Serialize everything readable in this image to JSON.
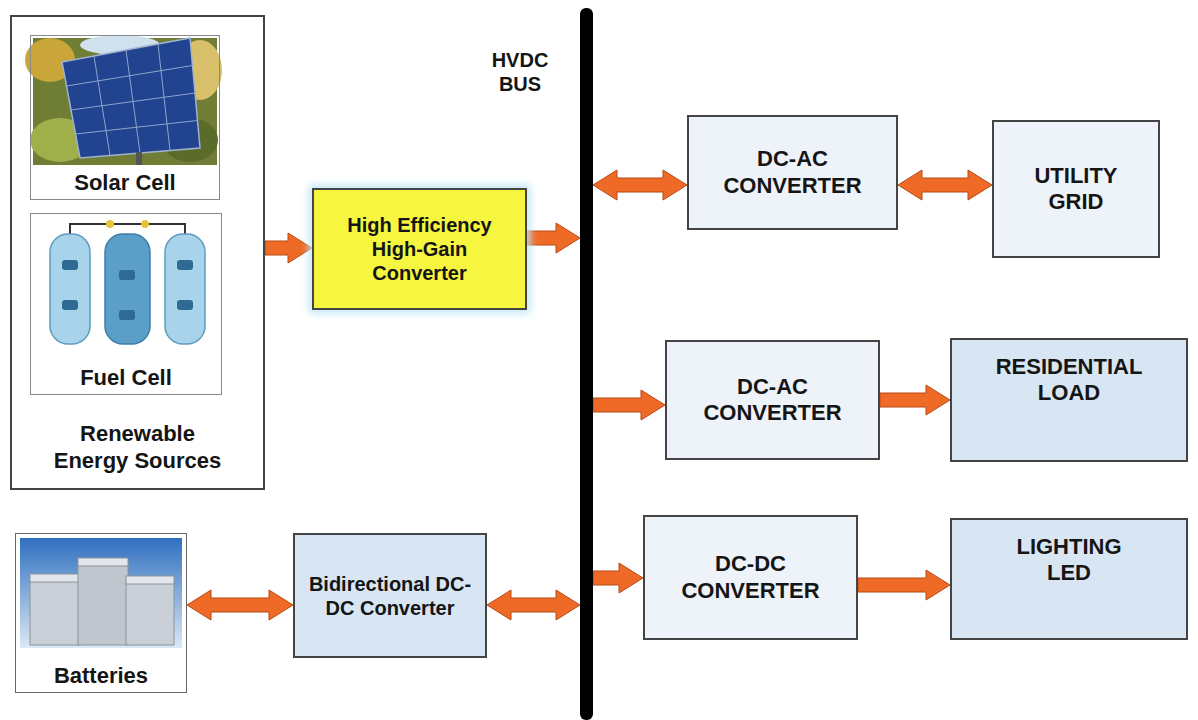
{
  "diagram": {
    "nodes": [
      {
        "text": [
          "Renewable Energy Sources"
        ]
      },
      {
        "text": [
          "Solar Cell"
        ],
        "in": 0
      },
      {
        "text": [
          "Fuel Cell"
        ],
        "in": 0
      },
      {
        "text": [
          "High Efficiency High-Gain Converter"
        ]
      },
      {
        "text": [
          "HVDC BUS"
        ]
      },
      {
        "text": [
          "DC-AC CONVERTER"
        ]
      },
      {
        "text": [
          "UTILITY GRID"
        ]
      },
      {
        "text": [
          "DC-AC CONVERTER"
        ]
      },
      {
        "text": [
          "RESIDENTIAL LOAD"
        ]
      },
      {
        "text": [
          "DC-DC CONVERTER"
        ]
      },
      {
        "text": [
          "LIGHTING LED"
        ]
      },
      {
        "text": [
          "Batteries"
        ]
      },
      {
        "text": [
          "Bidirectional DC-DC Converter"
        ]
      }
    ],
    "edges": [
      {
        "from": 0,
        "to": 3,
        "arrow": "to"
      },
      {
        "from": 3,
        "to": 4,
        "arrow": "to"
      },
      {
        "from": 4,
        "to": 5,
        "arrow": "both"
      },
      {
        "from": 5,
        "to": 6,
        "arrow": "both"
      },
      {
        "from": 4,
        "to": 7,
        "arrow": "to"
      },
      {
        "from": 7,
        "to": 8,
        "arrow": "to"
      },
      {
        "from": 4,
        "to": 9,
        "arrow": "to"
      },
      {
        "from": 9,
        "to": 10,
        "arrow": "to"
      },
      {
        "from": 11,
        "to": 12,
        "arrow": "both"
      },
      {
        "from": 12,
        "to": 4,
        "arrow": "both"
      }
    ]
  }
}
